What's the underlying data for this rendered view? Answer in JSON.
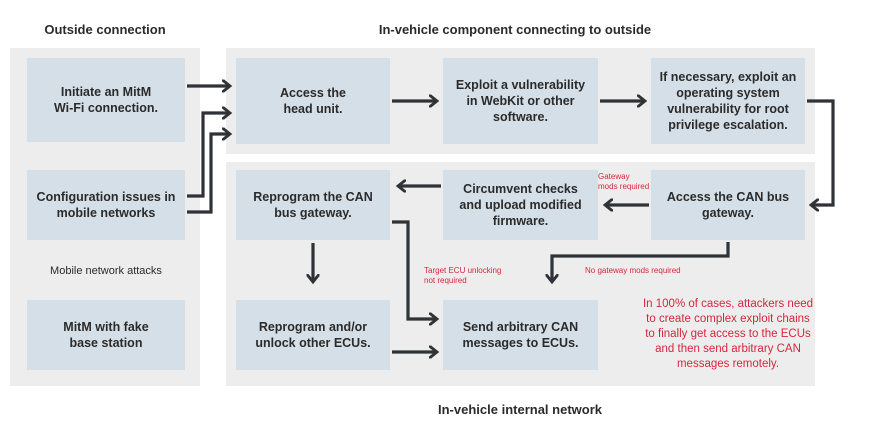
{
  "headers": {
    "outside": "Outside connection",
    "in_vehicle": "In-vehicle component connecting to outside",
    "internal": "In-vehicle internal network"
  },
  "outside": {
    "wifi": "Initiate an MitM\nWi-Fi connection.",
    "config": "Configuration issues in\nmobile networks",
    "mobile_label": "Mobile network attacks",
    "fake_station": "MitM with fake\nbase station"
  },
  "in_vehicle": {
    "head_unit": "Access the\nhead unit.",
    "webkit": "Exploit a vulnerability\nin WebKit or other\nsoftware.",
    "os": "If necessary, exploit an\noperating system\nvulnerability for root\nprivilege escalation."
  },
  "internal": {
    "can_access": "Access the CAN bus\ngateway.",
    "circumvent": "Circumvent checks\nand upload modified\nfirmware.",
    "reprogram_gateway": "Reprogram the CAN\nbus gateway.",
    "reprogram_ecus": "Reprogram and/or\nunlock other ECUs.",
    "send_can": "Send arbitrary CAN\nmessages to ECUs."
  },
  "notes": {
    "gateway_mods": "Gateway\nmods required",
    "target_ecu": "Target ECU unlocking\nnot required",
    "no_gateway": "No gateway mods required",
    "callout": "In 100% of cases, attackers need\nto create complex exploit chains\nto finally get access to the ECUs\nand then send arbitrary CAN\nmessages remotely."
  },
  "colors": {
    "panel": "#ededee",
    "box": "#d5dfe7",
    "arrow": "#2f3338",
    "accent": "#d7263d"
  }
}
